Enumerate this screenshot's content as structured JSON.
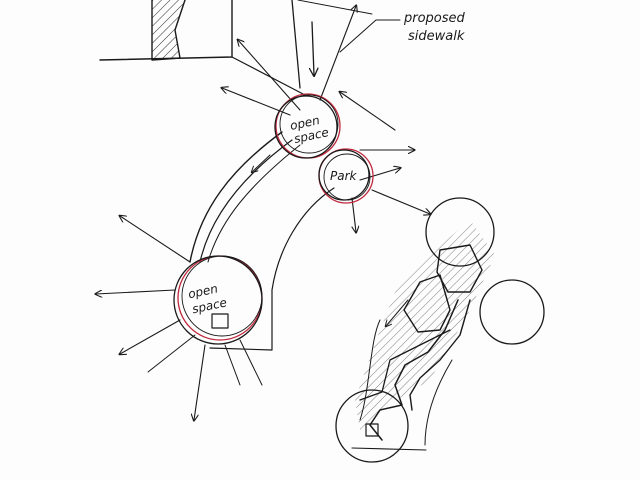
{
  "diagram": {
    "type": "hand-drawn site plan sketch",
    "colors": {
      "ink": "#1a1a1a",
      "highlight": "#c0283c",
      "paper": "#fdfdfd"
    },
    "labels": {
      "callout_line1": "proposed",
      "callout_line2": "sidewalk",
      "open_space_top_line1": "open",
      "open_space_top_line2": "space",
      "park": "Park",
      "open_space_bottom_line1": "open",
      "open_space_bottom_line2": "space"
    },
    "nodes": [
      {
        "id": "open-space-top",
        "label": "open space",
        "highlighted": true
      },
      {
        "id": "park",
        "label": "Park",
        "highlighted": true
      },
      {
        "id": "open-space-bottom",
        "label": "open space",
        "highlighted": true
      }
    ]
  }
}
